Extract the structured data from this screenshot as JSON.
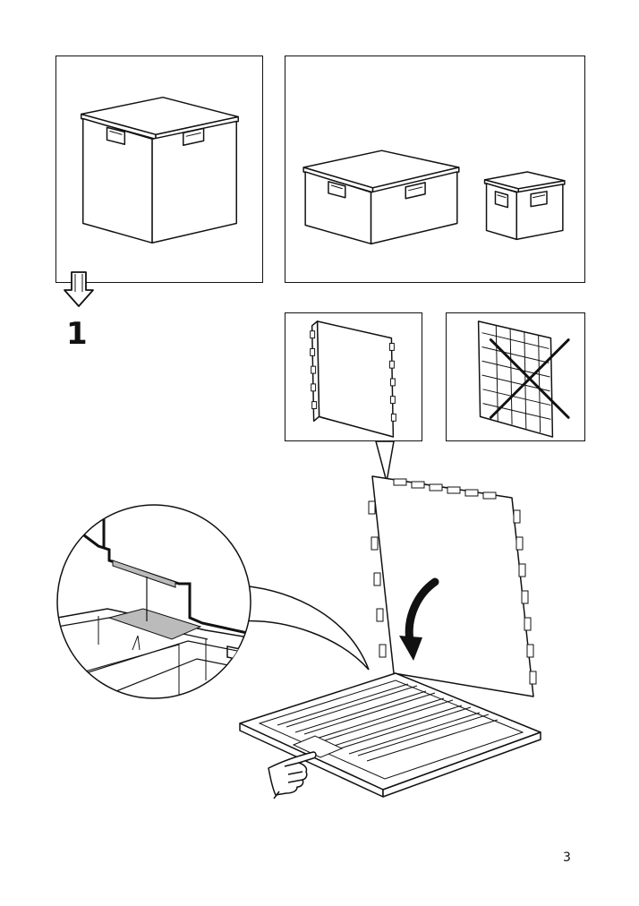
{
  "step": {
    "number": "1"
  },
  "page": {
    "number": "3"
  },
  "panels": [
    {
      "name": "tall-box-panel"
    },
    {
      "name": "low-and-small-boxes-panel"
    },
    {
      "name": "correct-panel-side"
    },
    {
      "name": "incorrect-panel-side"
    }
  ],
  "icons": [
    "step-arrow-icon",
    "cross-mark-icon",
    "curved-arrow-icon",
    "pointing-hand-icon",
    "magnifier-callout"
  ]
}
